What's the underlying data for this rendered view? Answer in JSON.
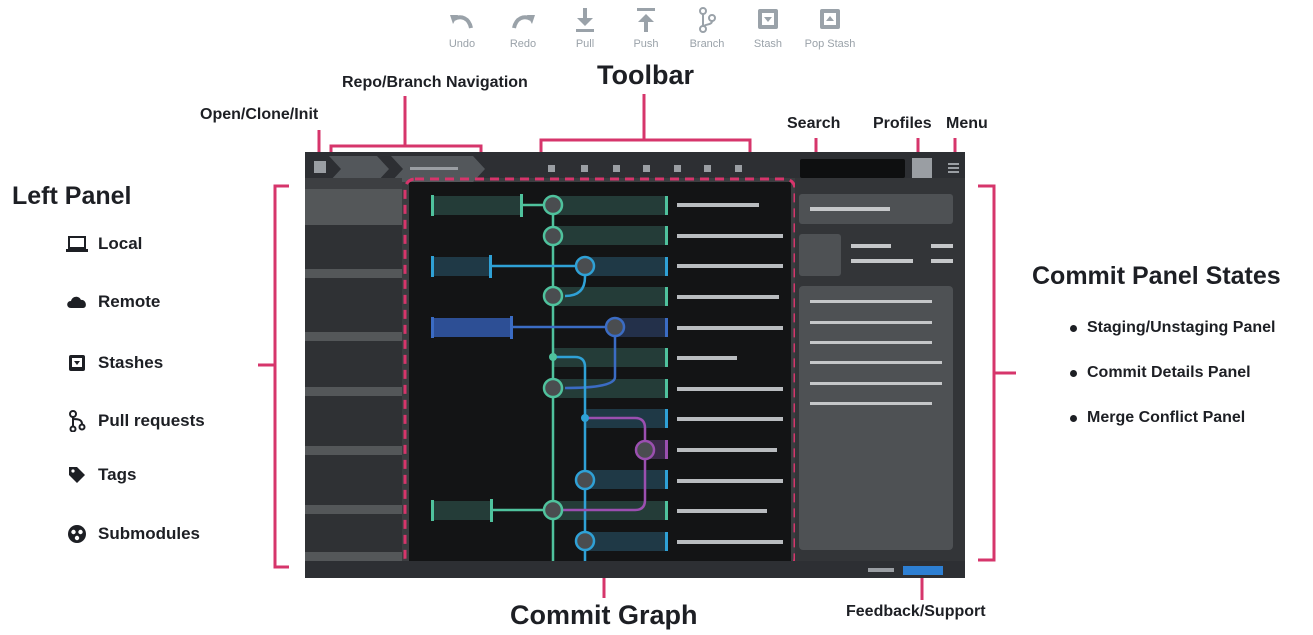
{
  "toolbar_buttons": [
    {
      "label": "Undo",
      "icon": "undo-icon"
    },
    {
      "label": "Redo",
      "icon": "redo-icon"
    },
    {
      "label": "Pull",
      "icon": "pull-icon"
    },
    {
      "label": "Push",
      "icon": "push-icon"
    },
    {
      "label": "Branch",
      "icon": "branch-icon"
    },
    {
      "label": "Stash",
      "icon": "stash-icon"
    },
    {
      "label": "Pop Stash",
      "icon": "pop-stash-icon"
    }
  ],
  "callouts": {
    "toolbar": "Toolbar",
    "repo_nav": "Repo/Branch Navigation",
    "open_clone": "Open/Clone/Init",
    "search": "Search",
    "profiles": "Profiles",
    "menu": "Menu",
    "left_panel": "Left Panel",
    "commit_panel_states": "Commit Panel States",
    "commit_graph": "Commit Graph",
    "feedback": "Feedback/Support"
  },
  "left_panel_items": [
    {
      "label": "Local",
      "icon": "laptop-icon"
    },
    {
      "label": "Remote",
      "icon": "cloud-icon"
    },
    {
      "label": "Stashes",
      "icon": "stash-box-icon"
    },
    {
      "label": "Pull requests",
      "icon": "pull-request-icon"
    },
    {
      "label": "Tags",
      "icon": "tag-icon"
    },
    {
      "label": "Submodules",
      "icon": "submodule-icon"
    }
  ],
  "commit_panel_items": [
    "Staging/Unstaging Panel",
    "Commit Details Panel",
    "Merge Conflict Panel"
  ],
  "colors": {
    "callout_line": "#d6356b",
    "graph_green": "#4fc29d",
    "graph_blue": "#2fa1d6",
    "graph_indigo": "#3b6cc4",
    "graph_purple": "#9b4fb0",
    "feedback_blue": "#2d7fd3"
  }
}
